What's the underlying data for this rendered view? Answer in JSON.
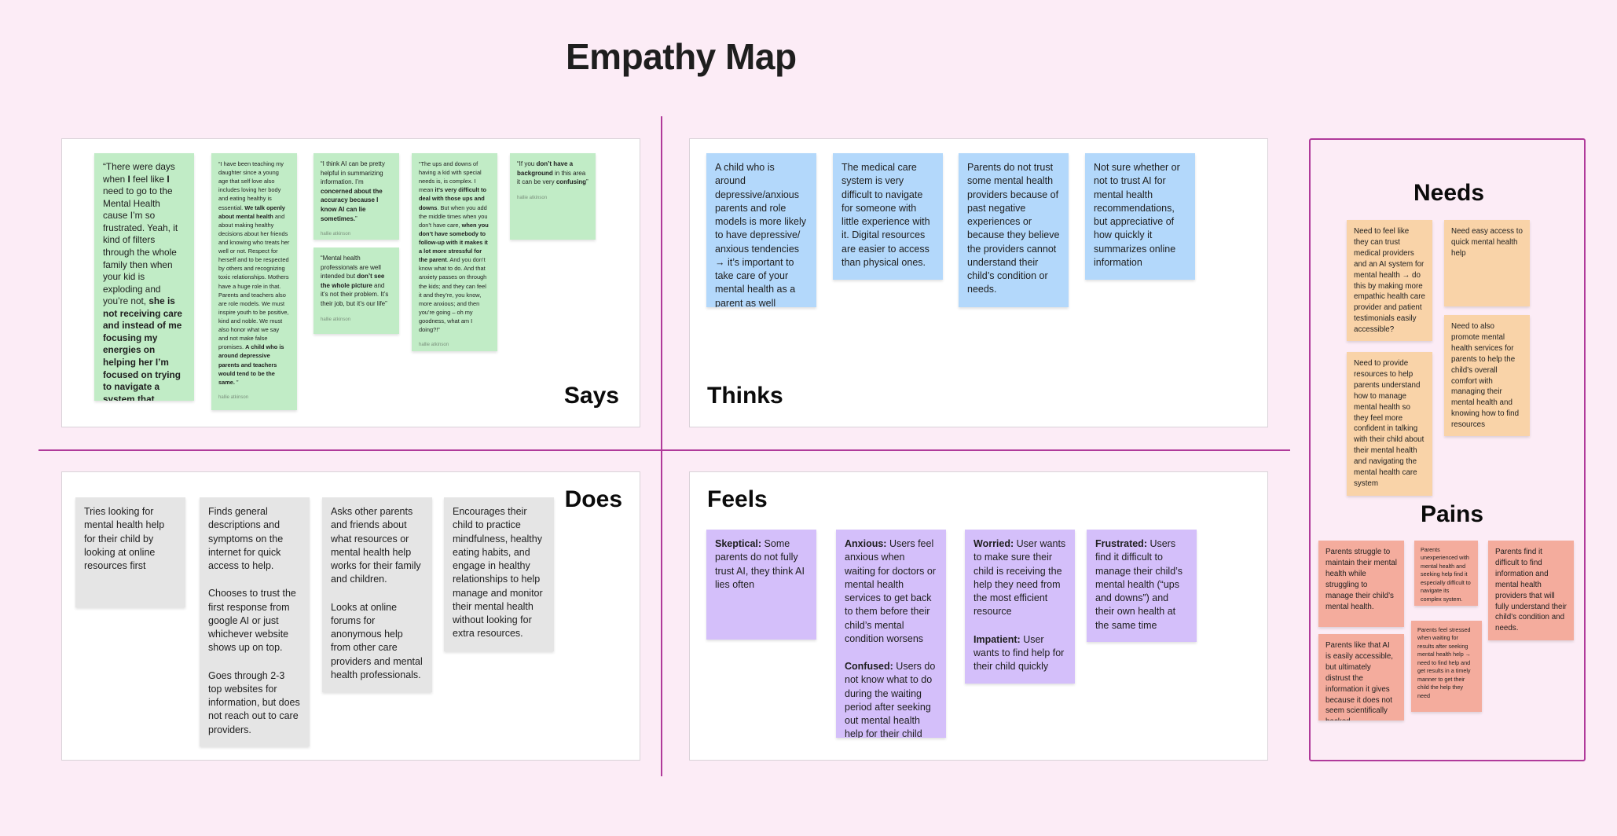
{
  "title": "Empathy Map",
  "quadrants": {
    "says": "Says",
    "thinks": "Thinks",
    "does": "Does",
    "feels": "Feels",
    "needs": "Needs",
    "pains": "Pains"
  },
  "colors": {
    "background": "#fcecf6",
    "divider": "#b03a9a",
    "says_sticky": "#c1ecc6",
    "thinks_sticky": "#b3d8fb",
    "does_sticky": "#e5e5e5",
    "feels_sticky": "#d4bffa",
    "needs_sticky": "#f9d3a8",
    "pains_sticky": "#f4ac9d"
  },
  "says": [
    {
      "parts": [
        [
          "“There were days when ",
          false
        ],
        [
          "I",
          true
        ],
        [
          " feel like ",
          false
        ],
        [
          "I",
          true
        ],
        [
          " need to go to the Mental Health cause I’m so frustrated. Yeah, it kind of filters through the whole family then when your kid is exploding and you’re not, ",
          false
        ],
        [
          "she is not receiving care and instead of me focusing my energies on helping her I’m focused on trying to navigate a system that doesn’t work.",
          true
        ],
        [
          "”",
          false
        ]
      ],
      "author": ""
    },
    {
      "parts": [
        [
          "“I have been teaching my daughter since a young age that self love also includes loving her body and eating healthy is essential. ",
          false
        ],
        [
          "We talk openly about mental health",
          true
        ],
        [
          " and about making healthy decisions about her friends and knowing who treats her well or not. Respect for herself and to be respected by others and recognizing toxic relationships. Mothers have a huge role in that. Parents and teachers also are role models. We must inspire youth to be positive, kind and noble. We must also honor what we say and not make false promises. ",
          false
        ],
        [
          "A child who is around depressive parents and teachers would tend to be the same. ",
          true
        ],
        [
          "”",
          false
        ]
      ],
      "author": "hallie atkinson"
    },
    {
      "parts": [
        [
          "“I think AI can be pretty helpful in summarizing information. I’m ",
          false
        ],
        [
          "concerned about the accuracy because I know AI can lie sometimes.",
          true
        ],
        [
          "”",
          false
        ]
      ],
      "author": "hallie atkinson"
    },
    {
      "parts": [
        [
          "“Mental health professionals are well intended but ",
          false
        ],
        [
          "don’t see the whole picture",
          true
        ],
        [
          " and it’s not their problem. It’s their job, but it’s our life”",
          false
        ]
      ],
      "author": "hallie atkinson"
    },
    {
      "parts": [
        [
          "“The ups and downs of having a kid with special needs is, is complex. I mean ",
          false
        ],
        [
          "it’s very difficult to deal with those ups and downs",
          true
        ],
        [
          ". But when you add the middle times when you don’t have care, ",
          false
        ],
        [
          "when you don’t have somebody to follow-up with it makes it a lot more stressful for the parent",
          true
        ],
        [
          ". And you don’t know what to do. And that anxiety passes on through the kids; and they can feel it and they’re, you know, more anxious; and then you’re going – oh my goodness, what am I doing?!”",
          false
        ]
      ],
      "author": "hallie atkinson"
    },
    {
      "parts": [
        [
          "“If you ",
          false
        ],
        [
          "don’t have a background",
          true
        ],
        [
          " in this area it can be very ",
          false
        ],
        [
          "confusing",
          true
        ],
        [
          "”",
          false
        ]
      ],
      "author": "hallie atkinson"
    }
  ],
  "thinks": [
    "A child who is around depressive/anxious parents and role models is more likely to have depressive/ anxious tendencies → it’s important to take care of your mental health as a parent as well",
    "The medical care system is very difficult to navigate for someone with little experience with it. Digital resources are easier to access than physical ones.",
    "Parents do not trust some mental health providers because of past negative experiences or because they believe the providers cannot understand their child’s condition or needs.",
    "Not sure whether or not to trust AI for mental health recommendations, but appreciative of how quickly it summarizes online information"
  ],
  "does": [
    [
      "Tries looking for mental health help for their child by looking at online resources first"
    ],
    [
      "Finds general descriptions and symptoms on the internet for quick access to help.",
      "Chooses to trust the first response from google AI or just whichever website shows up on top.",
      "Goes through 2-3 top websites for information, but does not reach out to care providers."
    ],
    [
      "Asks other parents and friends about what resources or mental health help works for their family and children.",
      "Looks at online forums for anonymous help from other care providers and mental health professionals."
    ],
    [
      "Encourages their child to practice mindfulness, healthy eating habits, and engage in healthy relationships to help manage and monitor their mental health without looking for extra resources."
    ]
  ],
  "feels": [
    [
      {
        "label": "Skeptical:",
        "text": " Some parents do not fully trust AI, they think AI lies often"
      }
    ],
    [
      {
        "label": "Anxious:",
        "text": " Users feel anxious when waiting for doctors or mental health services to get back to them before their child’s mental condition worsens"
      },
      {
        "label": "Confused:",
        "text": " Users do not know what to do during the waiting period after seeking out mental health help for their child"
      }
    ],
    [
      {
        "label": "Worried:",
        "text": " User wants to make sure their child is receiving the help they need from the most efficient resource"
      },
      {
        "label": "Impatient:",
        "text": " User wants to find help for their child quickly"
      }
    ],
    [
      {
        "label": "Frustrated:",
        "text": " Users find it difficult to manage their child’s mental health (“ups and downs”) and their own health at the same time"
      }
    ]
  ],
  "needs": [
    "Need to feel like they can trust medical providers and an AI system for mental health → do this by making more empathic health care provider and patient testimonials easily accessible?",
    "Need easy access to quick mental health help",
    "Need to provide resources to help parents understand how to manage mental health so they feel more confident in talking with their child about their mental health and navigating the mental health care system",
    "Need to also promote mental health services for parents to help the child’s overall comfort with managing their mental health and knowing how to find resources"
  ],
  "pains": [
    "Parents struggle to maintain their mental health while struggling to manage their child’s mental health.",
    "Parents unexperienced with mental health and seeking help find it especially difficult to navigate its complex system.",
    "Parents find it difficult to find information and mental health providers that will fully understand their child’s condition and needs.",
    "Parents like that AI is easily accessible, but ultimately distrust the information it gives because it does not seem scientifically backed",
    "Parents feel stressed when waiting for results after seeking mental health help → need to find help and get results in a timely manner to get their child the help they need"
  ]
}
